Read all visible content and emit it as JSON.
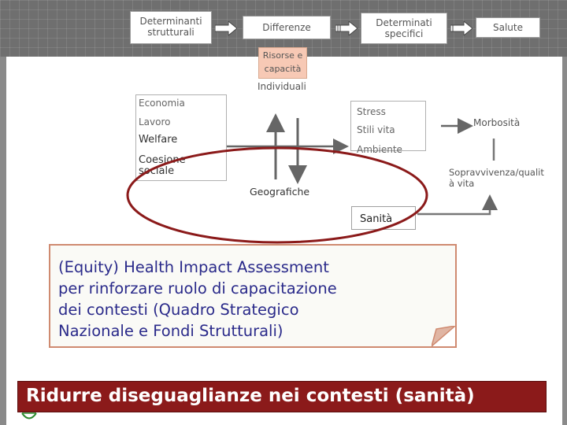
{
  "top_boxes": {
    "strutturali": [
      "Determinanti",
      "strutturali"
    ],
    "differenze": [
      "Differenze"
    ],
    "specifici": [
      "Determinati",
      "specifici"
    ],
    "salute": [
      "Salute"
    ]
  },
  "risorse": [
    "Risorse e",
    "capacità"
  ],
  "individuali": "Individuali",
  "economia_panel": {
    "economia": "Economia",
    "lavoro": "Lavoro",
    "welfare": "Welfare",
    "coesione": [
      "Coesione",
      "sociale"
    ]
  },
  "stress_panel": {
    "stress": "Stress",
    "stili": "Stili vita",
    "ambiente": "Ambiente"
  },
  "morbosita": "Morbosità",
  "sopravvivenza": [
    "Sopravvivenza/qualit",
    "à vita"
  ],
  "geografiche": "Geografiche",
  "sanita": "Sanità",
  "note": {
    "lines": [
      "(Equity) Health Impact Assessment",
      "per rinforzare ruolo di capacitazione",
      "dei contesti (Quadro Strategico",
      "Nazionale e Fondi Strutturali)"
    ]
  },
  "banner": "Ridurre diseguaglianze nei contesti (sanità)",
  "colors": {
    "ellipse": "#8b1a1a",
    "note_text": "#2a2a8a",
    "banner_bg": "#8b1a1a"
  }
}
